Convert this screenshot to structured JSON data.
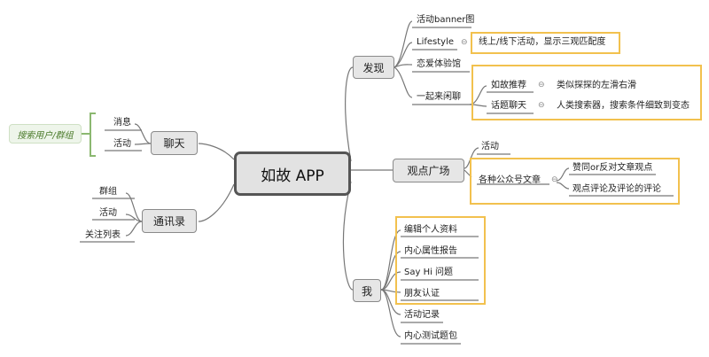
{
  "central": {
    "label": "如故 APP"
  },
  "branches": {
    "discover": {
      "label": "发现",
      "items": {
        "banner": "活动banner图",
        "lifestyle": "Lifestyle",
        "lifestyle_note": "线上/线下活动，显示三观匹配度",
        "love_hall": "恋爱体验馆",
        "chat_together": "一起来闲聊",
        "recommend": "如故推荐",
        "recommend_note": "类似探探的左滑右滑",
        "topic_chat": "话题聊天",
        "topic_chat_note": "人类搜索器，搜索条件细致到变态"
      }
    },
    "opinion": {
      "label": "观点广场",
      "items": {
        "activity": "活动",
        "articles": "各种公众号文章",
        "agree": "赞同or反对文章观点",
        "comment": "观点评论及评论的评论"
      }
    },
    "me": {
      "label": "我",
      "items": {
        "edit_profile": "编辑个人资料",
        "inner_report": "内心属性报告",
        "say_hi": "Say Hi 问题",
        "friend_verify": "朋友认证",
        "activity_record": "活动记录",
        "quiz_pack": "内心测试题包"
      }
    },
    "chat": {
      "label": "聊天",
      "items": {
        "message": "消息",
        "activity": "活动"
      },
      "note": "搜索用户/群组"
    },
    "contacts": {
      "label": "通讯录",
      "items": {
        "group": "群组",
        "activity": "活动",
        "follow_list": "关注列表"
      }
    }
  },
  "colors": {
    "highlight": "#f2c14e",
    "line": "#777777",
    "node_fill": "#e6e6e6",
    "note_green": "#4a7a2a"
  },
  "icons": {
    "collapse": "collapse-circle-icon"
  }
}
